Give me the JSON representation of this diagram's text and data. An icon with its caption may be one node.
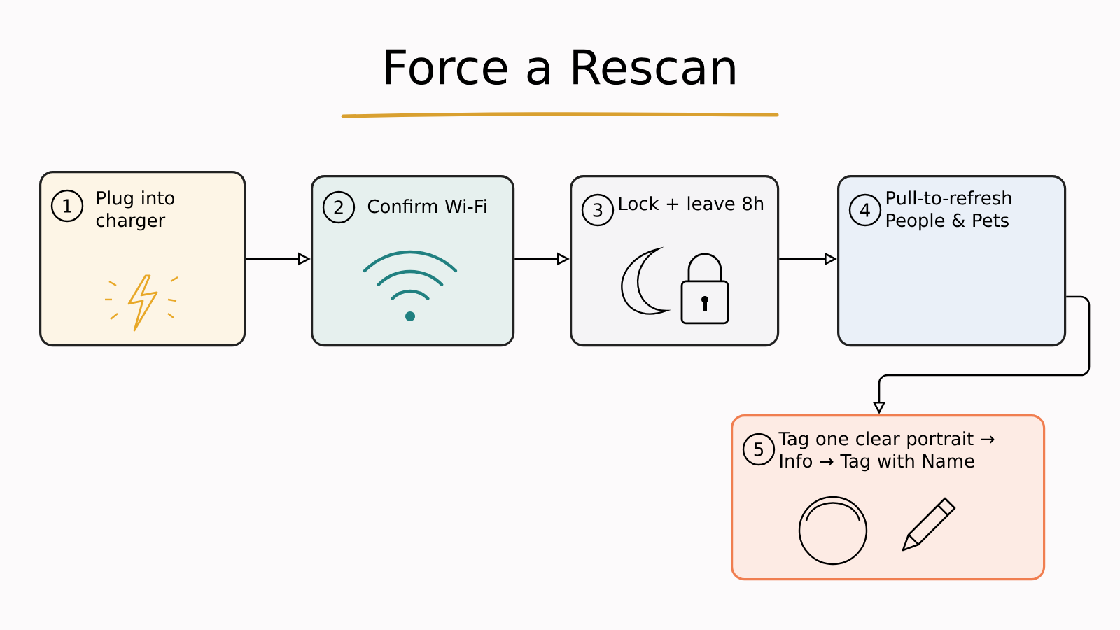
{
  "diagram": {
    "title": "Force a Rescan",
    "nodes": [
      {
        "text": [
          "Plug into charger"
        ]
      },
      {
        "text": [
          "1"
        ],
        "in": 0
      },
      {
        "text": [
          "Confirm Wi-Fi"
        ]
      },
      {
        "text": [
          "2"
        ],
        "in": 2
      },
      {
        "text": [
          "Lock + leave 8h"
        ]
      },
      {
        "text": [
          "3"
        ],
        "in": 4
      },
      {
        "text": [
          "Pull-to-refresh People & Pets"
        ]
      },
      {
        "text": [
          "4"
        ],
        "in": 6
      },
      {
        "text": [
          "Tag one clear portrait → Info → Tag with Name"
        ]
      },
      {
        "text": [
          "5"
        ],
        "in": 8
      }
    ],
    "edges": [
      {
        "from": 0,
        "to": 2,
        "arrow": "to"
      },
      {
        "from": 2,
        "to": 4,
        "arrow": "to"
      },
      {
        "from": 4,
        "to": 6,
        "arrow": "to"
      },
      {
        "from": 6,
        "to": 8,
        "arrow": "to"
      }
    ]
  }
}
